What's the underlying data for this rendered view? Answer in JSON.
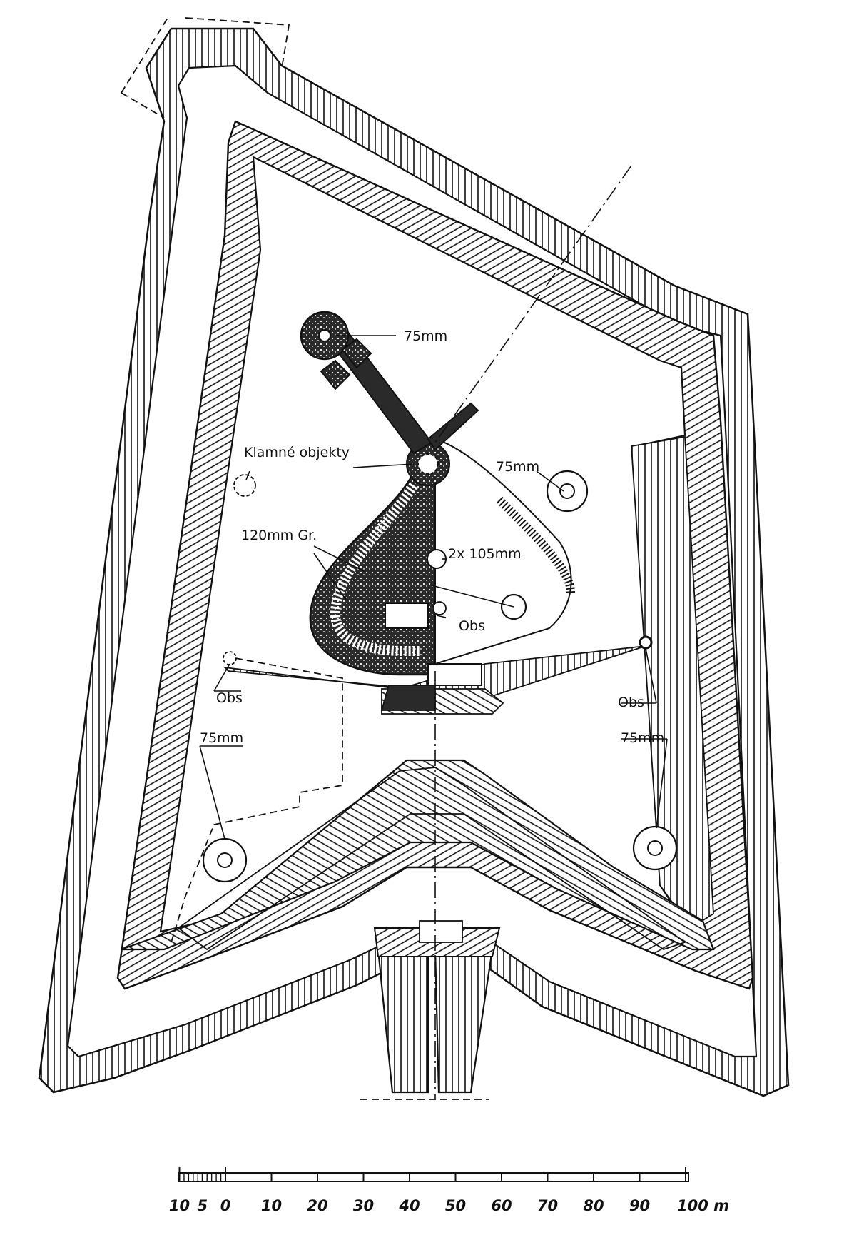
{
  "labels": {
    "gun_75_top": "75mm",
    "decoy": "Klamné objekty",
    "gun_75_right": "75mm",
    "mortar_120": "120mm Gr.",
    "howitzer_105": "2x 105mm",
    "obs_center": "Obs",
    "obs_left": "Obs",
    "obs_right": "Obs",
    "gun_75_bottom_left": "75mm",
    "gun_75_bottom_right": "75mm"
  },
  "scale_bar": {
    "ticks": [
      "10",
      "5",
      "0",
      "10",
      "20",
      "30",
      "40",
      "50",
      "60",
      "70",
      "80",
      "90",
      "100 m"
    ]
  },
  "colors": {
    "ink": "#111111",
    "paper": "#ffffff",
    "fill_dark": "#2a2a2a"
  }
}
